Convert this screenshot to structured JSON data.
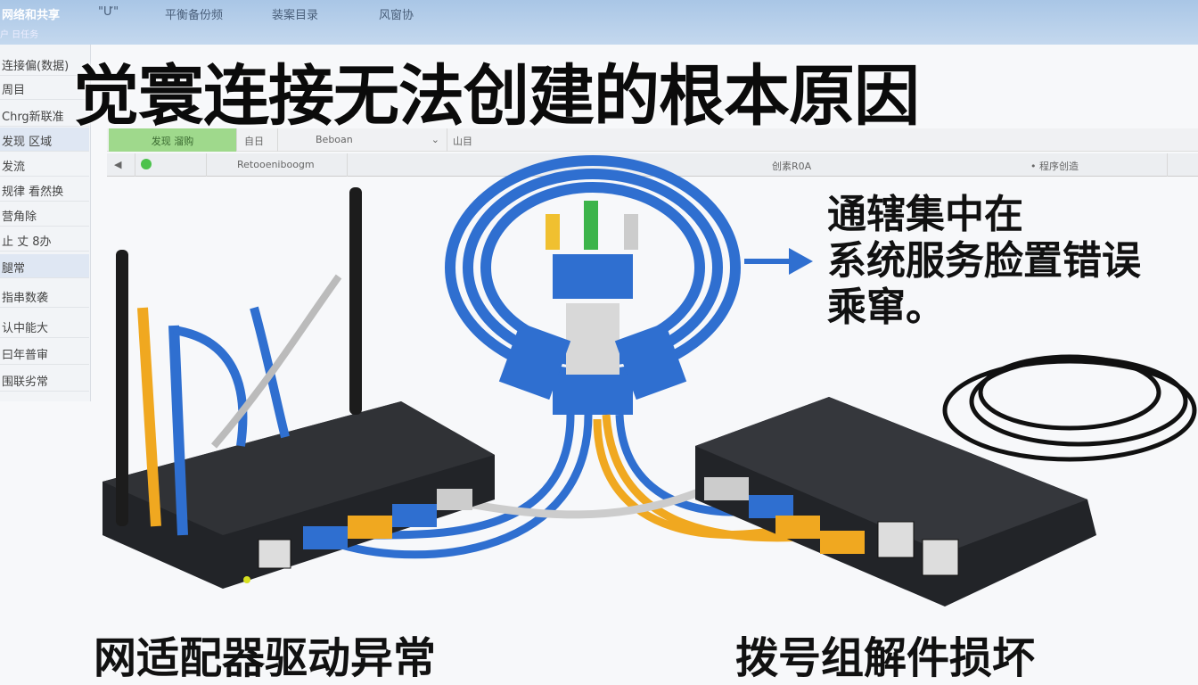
{
  "topbar": {
    "items": [
      "网络和共享",
      "\"Ư\"",
      "平衡备份频",
      "装案目录",
      "风窗协"
    ],
    "sub": "户 日任务"
  },
  "sidebar": {
    "items": [
      "连接偏(数据)",
      "周目",
      "Chrg新联准",
      "发现 区域",
      "发流",
      "规律 看然换",
      "营角除",
      "止 丈 8办",
      "腿常",
      "指串数袭",
      "认中能大",
      "曰年普审",
      "围联劣常"
    ]
  },
  "toolbar": {
    "green_button": "发现 溜购",
    "cell2": "自日",
    "dropdown_value": "Beboan",
    "cell4": "山目",
    "status": "Retooeniboogm",
    "right_status": "创素R0A",
    "right_label": "• 程序创造"
  },
  "title": "觉寰连接无法创建的根本原因",
  "callout": [
    "通辖集中在",
    "系统服务脸置错误",
    "乘窜。"
  ],
  "labels": {
    "left": "网适配器驱动异常",
    "right": "拨号组解件损坏"
  },
  "colors": {
    "cable_blue": "#2f6fd0",
    "cable_yellow": "#f0a820",
    "router": "#222428",
    "green_button": "#9fd98c"
  }
}
